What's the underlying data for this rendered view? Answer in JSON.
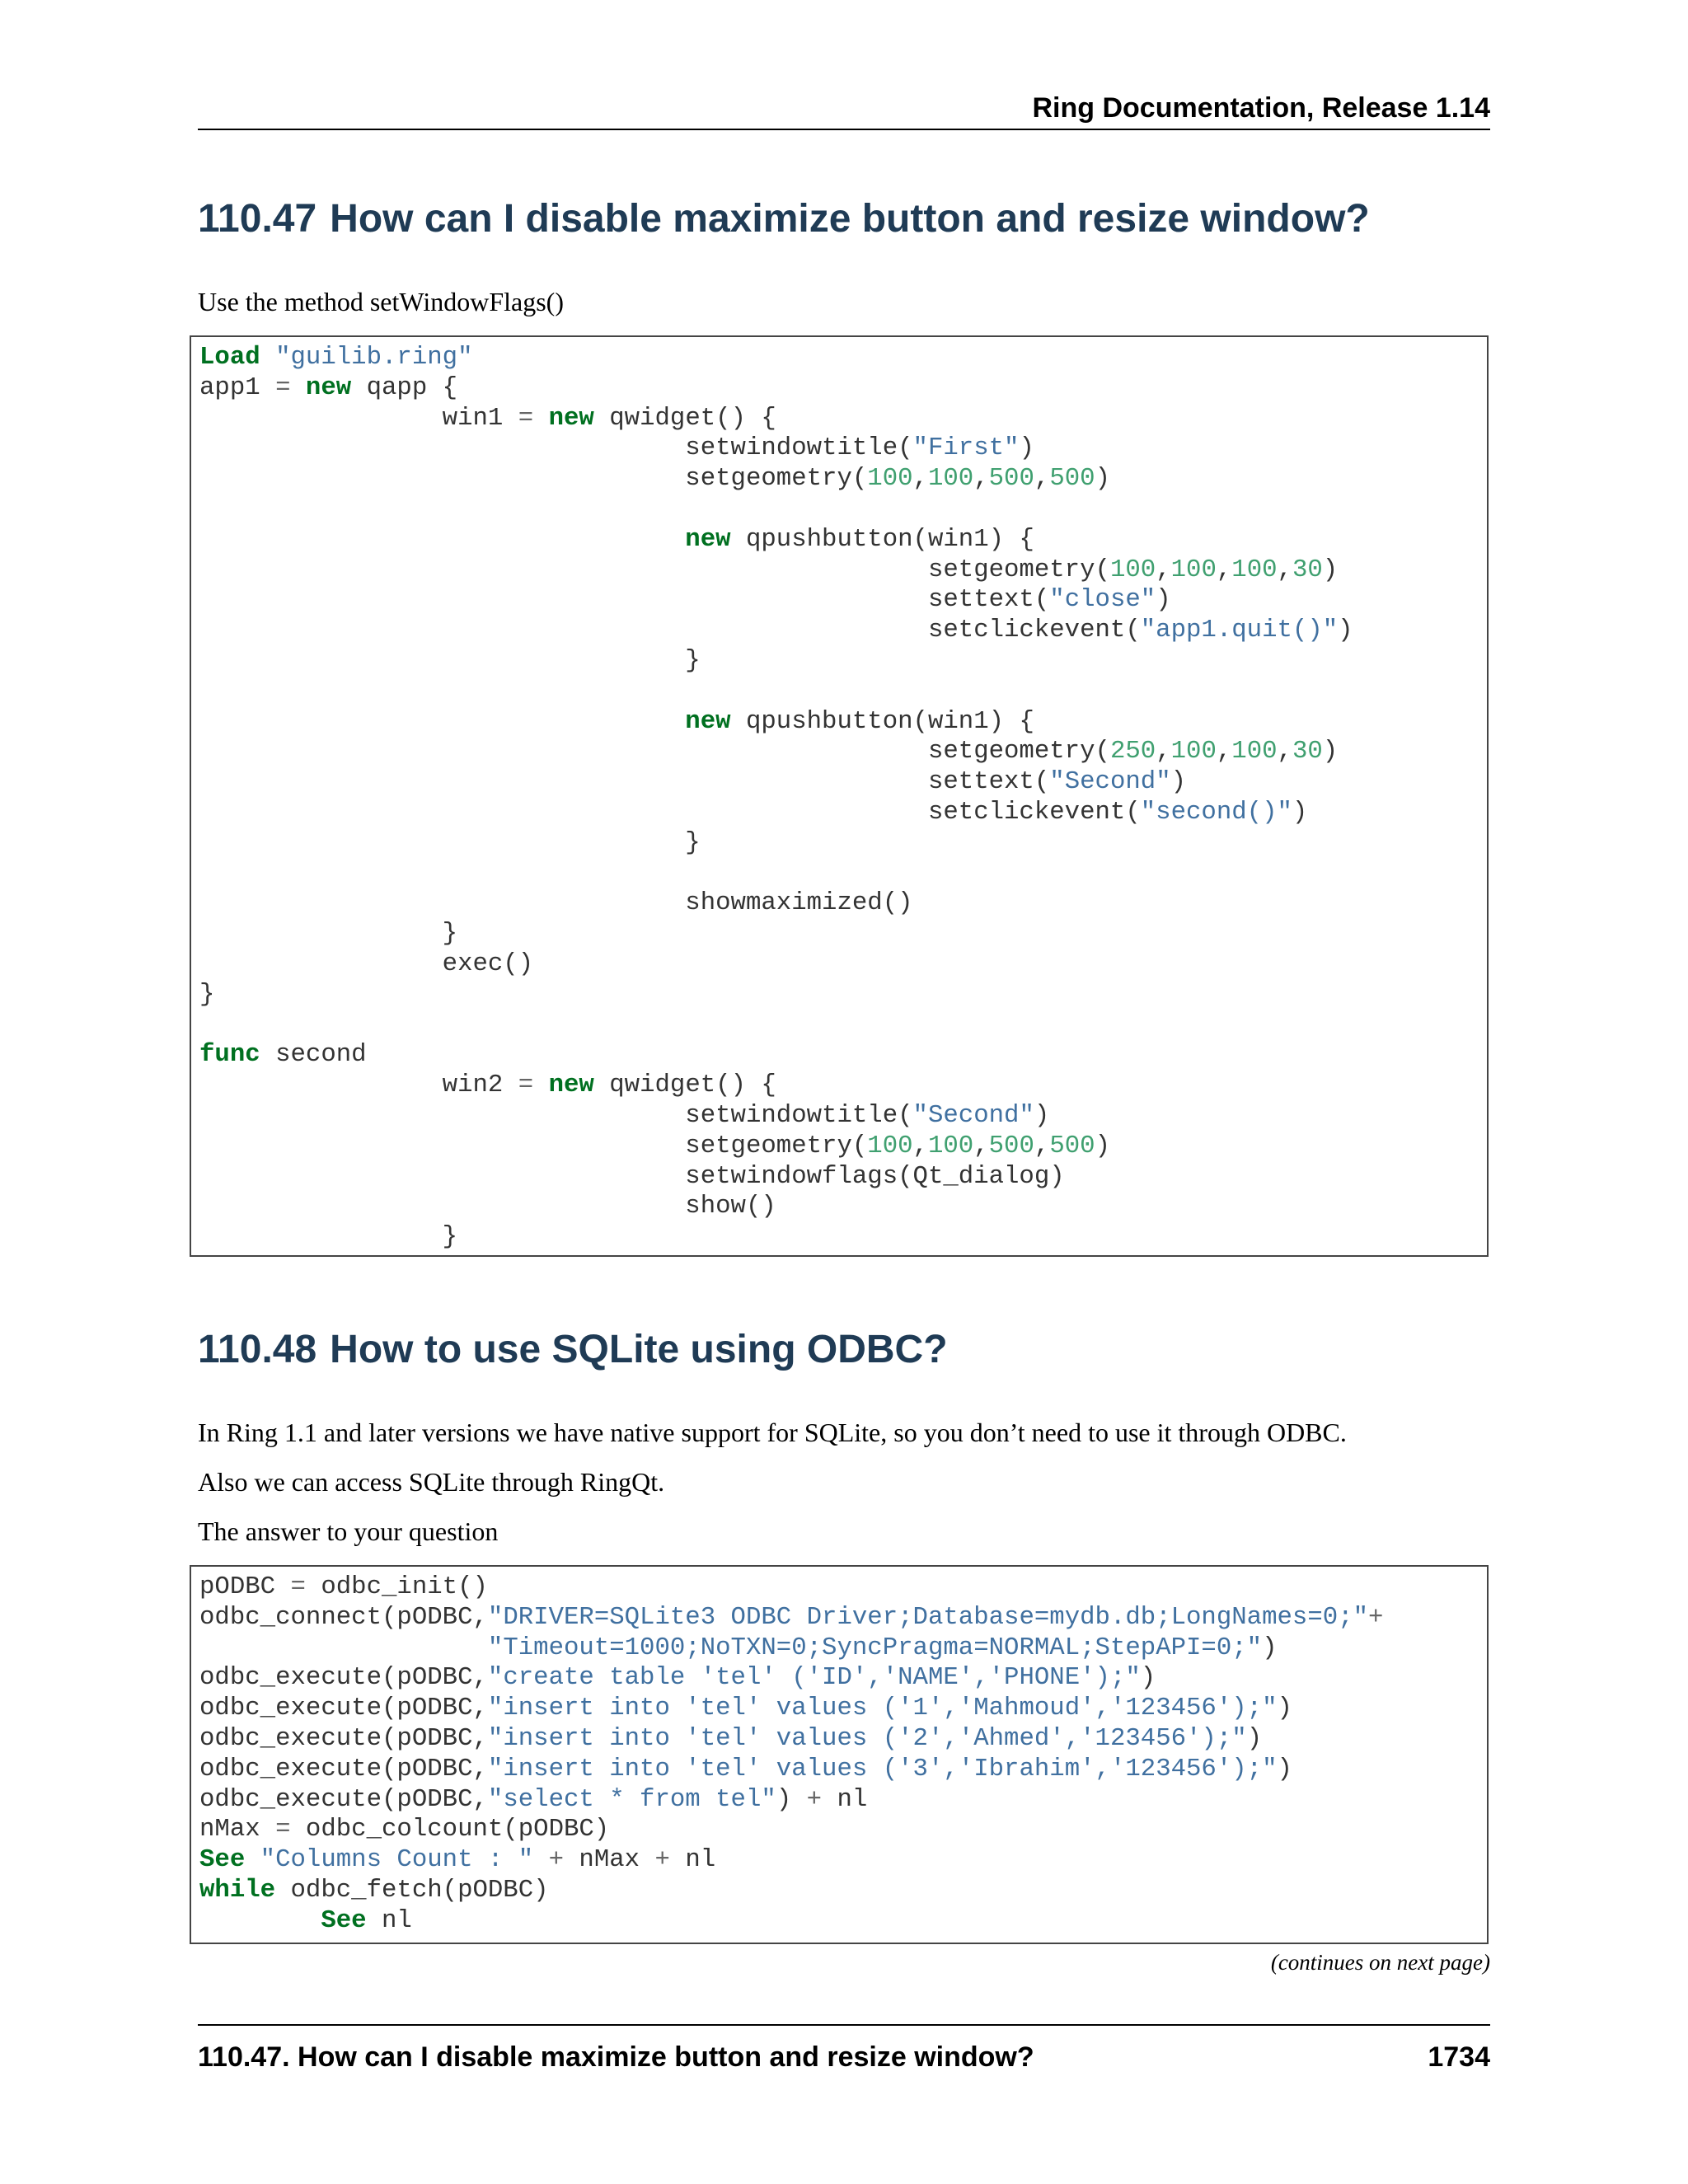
{
  "header": {
    "title": "Ring Documentation, Release 1.14"
  },
  "section1": {
    "number": "110.47",
    "title": "How can I disable maximize button and resize window?",
    "intro": "Use the method setWindowFlags()"
  },
  "code1": [
    [
      [
        "kw",
        "Load"
      ],
      [
        "t",
        " "
      ],
      [
        "str",
        "\"guilib.ring\""
      ]
    ],
    [
      [
        "t",
        "app1 "
      ],
      [
        "op",
        "="
      ],
      [
        "t",
        " "
      ],
      [
        "kw",
        "new"
      ],
      [
        "t",
        " qapp {"
      ]
    ],
    [
      [
        "t",
        "                win1 "
      ],
      [
        "op",
        "="
      ],
      [
        "t",
        " "
      ],
      [
        "kw",
        "new"
      ],
      [
        "t",
        " qwidget() {"
      ]
    ],
    [
      [
        "t",
        "                                setwindowtitle("
      ],
      [
        "str",
        "\"First\""
      ],
      [
        "t",
        ")"
      ]
    ],
    [
      [
        "t",
        "                                setgeometry("
      ],
      [
        "num",
        "100"
      ],
      [
        "t",
        ","
      ],
      [
        "num",
        "100"
      ],
      [
        "t",
        ","
      ],
      [
        "num",
        "500"
      ],
      [
        "t",
        ","
      ],
      [
        "num",
        "500"
      ],
      [
        "t",
        ")"
      ]
    ],
    [
      [
        "t",
        ""
      ]
    ],
    [
      [
        "t",
        "                                "
      ],
      [
        "kw",
        "new"
      ],
      [
        "t",
        " qpushbutton(win1) {"
      ]
    ],
    [
      [
        "t",
        "                                                setgeometry("
      ],
      [
        "num",
        "100"
      ],
      [
        "t",
        ","
      ],
      [
        "num",
        "100"
      ],
      [
        "t",
        ","
      ],
      [
        "num",
        "100"
      ],
      [
        "t",
        ","
      ],
      [
        "num",
        "30"
      ],
      [
        "t",
        ")"
      ]
    ],
    [
      [
        "t",
        "                                                settext("
      ],
      [
        "str",
        "\"close\""
      ],
      [
        "t",
        ")"
      ]
    ],
    [
      [
        "t",
        "                                                setclickevent("
      ],
      [
        "str",
        "\"app1.quit()\""
      ],
      [
        "t",
        ")"
      ]
    ],
    [
      [
        "t",
        "                                }"
      ]
    ],
    [
      [
        "t",
        ""
      ]
    ],
    [
      [
        "t",
        "                                "
      ],
      [
        "kw",
        "new"
      ],
      [
        "t",
        " qpushbutton(win1) {"
      ]
    ],
    [
      [
        "t",
        "                                                setgeometry("
      ],
      [
        "num",
        "250"
      ],
      [
        "t",
        ","
      ],
      [
        "num",
        "100"
      ],
      [
        "t",
        ","
      ],
      [
        "num",
        "100"
      ],
      [
        "t",
        ","
      ],
      [
        "num",
        "30"
      ],
      [
        "t",
        ")"
      ]
    ],
    [
      [
        "t",
        "                                                settext("
      ],
      [
        "str",
        "\"Second\""
      ],
      [
        "t",
        ")"
      ]
    ],
    [
      [
        "t",
        "                                                setclickevent("
      ],
      [
        "str",
        "\"second()\""
      ],
      [
        "t",
        ")"
      ]
    ],
    [
      [
        "t",
        "                                }"
      ]
    ],
    [
      [
        "t",
        ""
      ]
    ],
    [
      [
        "t",
        "                                showmaximized()"
      ]
    ],
    [
      [
        "t",
        "                }"
      ]
    ],
    [
      [
        "t",
        "                exec()"
      ]
    ],
    [
      [
        "t",
        "}"
      ]
    ],
    [
      [
        "t",
        ""
      ]
    ],
    [
      [
        "kw",
        "func"
      ],
      [
        "t",
        " second"
      ]
    ],
    [
      [
        "t",
        "                win2 "
      ],
      [
        "op",
        "="
      ],
      [
        "t",
        " "
      ],
      [
        "kw",
        "new"
      ],
      [
        "t",
        " qwidget() {"
      ]
    ],
    [
      [
        "t",
        "                                setwindowtitle("
      ],
      [
        "str",
        "\"Second\""
      ],
      [
        "t",
        ")"
      ]
    ],
    [
      [
        "t",
        "                                setgeometry("
      ],
      [
        "num",
        "100"
      ],
      [
        "t",
        ","
      ],
      [
        "num",
        "100"
      ],
      [
        "t",
        ","
      ],
      [
        "num",
        "500"
      ],
      [
        "t",
        ","
      ],
      [
        "num",
        "500"
      ],
      [
        "t",
        ")"
      ]
    ],
    [
      [
        "t",
        "                                setwindowflags(Qt_dialog)"
      ]
    ],
    [
      [
        "t",
        "                                show()"
      ]
    ],
    [
      [
        "t",
        "                }"
      ]
    ]
  ],
  "section2": {
    "number": "110.48",
    "title": "How to use SQLite using ODBC?",
    "p1": "In Ring 1.1 and later versions we have native support for SQLite, so you don’t need to use it through ODBC.",
    "p2": "Also we can access SQLite through RingQt.",
    "p3": "The answer to your question"
  },
  "code2": [
    [
      [
        "t",
        "pODBC "
      ],
      [
        "op",
        "="
      ],
      [
        "t",
        " odbc_init()"
      ]
    ],
    [
      [
        "t",
        "odbc_connect(pODBC,"
      ],
      [
        "str",
        "\"DRIVER=SQLite3 ODBC Driver;Database=mydb.db;LongNames=0;\""
      ],
      [
        "op",
        "+"
      ]
    ],
    [
      [
        "t",
        "                   "
      ],
      [
        "str",
        "\"Timeout=1000;NoTXN=0;SyncPragma=NORMAL;StepAPI=0;\""
      ],
      [
        "t",
        ")"
      ]
    ],
    [
      [
        "t",
        "odbc_execute(pODBC,"
      ],
      [
        "str",
        "\"create table 'tel' ('ID','NAME','PHONE');\""
      ],
      [
        "t",
        ")"
      ]
    ],
    [
      [
        "t",
        "odbc_execute(pODBC,"
      ],
      [
        "str",
        "\"insert into 'tel' values ('1','Mahmoud','123456');\""
      ],
      [
        "t",
        ")"
      ]
    ],
    [
      [
        "t",
        "odbc_execute(pODBC,"
      ],
      [
        "str",
        "\"insert into 'tel' values ('2','Ahmed','123456');\""
      ],
      [
        "t",
        ")"
      ]
    ],
    [
      [
        "t",
        "odbc_execute(pODBC,"
      ],
      [
        "str",
        "\"insert into 'tel' values ('3','Ibrahim','123456');\""
      ],
      [
        "t",
        ")"
      ]
    ],
    [
      [
        "t",
        "odbc_execute(pODBC,"
      ],
      [
        "str",
        "\"select * from tel\""
      ],
      [
        "t",
        ") "
      ],
      [
        "op",
        "+"
      ],
      [
        "t",
        " nl"
      ]
    ],
    [
      [
        "t",
        "nMax "
      ],
      [
        "op",
        "="
      ],
      [
        "t",
        " odbc_colcount(pODBC)"
      ]
    ],
    [
      [
        "kw",
        "See"
      ],
      [
        "t",
        " "
      ],
      [
        "str",
        "\"Columns Count : \""
      ],
      [
        "t",
        " "
      ],
      [
        "op",
        "+"
      ],
      [
        "t",
        " nMax "
      ],
      [
        "op",
        "+"
      ],
      [
        "t",
        " nl"
      ]
    ],
    [
      [
        "kw",
        "while"
      ],
      [
        "t",
        " odbc_fetch(pODBC)"
      ]
    ],
    [
      [
        "t",
        "        "
      ],
      [
        "kw",
        "See"
      ],
      [
        "t",
        " nl"
      ]
    ]
  ],
  "continues": "(continues on next page)",
  "footer": {
    "section_title": "110.47. How can I disable maximize button and resize window?",
    "page": "1734"
  }
}
